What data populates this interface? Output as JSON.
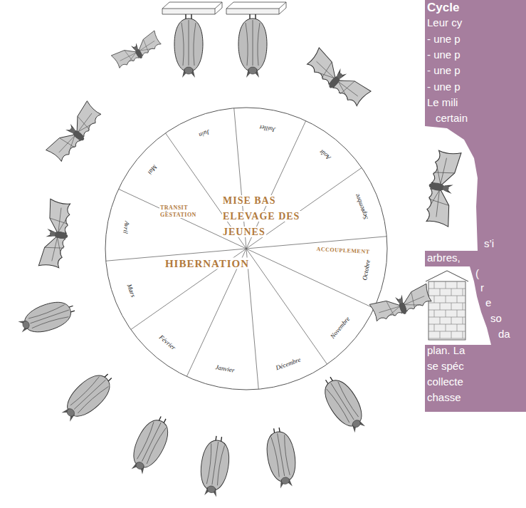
{
  "diagram": {
    "title": "Cycle",
    "labels": [
      "MISE BAS ELEVAGE DES JEUNES",
      "TRANSIT GESTATION",
      "ACCOUPLEMENT",
      "HIBERNATION",
      "Janvier",
      "Février",
      "Mars",
      "Avril",
      "Mai",
      "Juin",
      "Juillet",
      "Août",
      "Septembre",
      "Octobre",
      "Novembre",
      "Décembre",
      "Leur cy",
      "- une p",
      "- une p",
      "- une p",
      "- une p",
      "Le mili",
      "certain",
      "s’i",
      "arbres,",
      "(",
      "r",
      "e",
      "so",
      "da",
      "plan. La",
      "se spéc",
      "collecte",
      "chasse"
    ]
  }
}
